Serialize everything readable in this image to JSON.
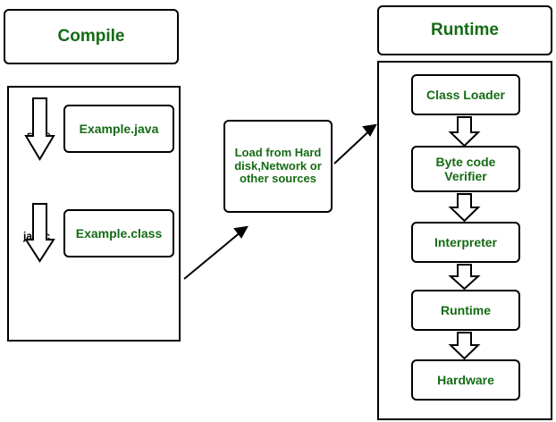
{
  "diagram": {
    "title_compile": "Compile",
    "title_runtime": "Runtime",
    "accent_color": "#156b15",
    "line_color": "#000000",
    "background": "#ffffff"
  },
  "compile": {
    "boxes": [
      {
        "label": "Example.java"
      },
      {
        "label": "Example.class"
      }
    ],
    "arrow_labels": [
      {
        "label": "save"
      },
      {
        "label": "javac"
      }
    ]
  },
  "middle": {
    "load_box": "Load from Hard disk,Network or other sources"
  },
  "runtime": {
    "boxes": [
      {
        "label": "Class Loader"
      },
      {
        "label": "Byte code Verifier"
      },
      {
        "label": "Interpreter"
      },
      {
        "label": "Runtime"
      },
      {
        "label": "Hardware"
      }
    ]
  }
}
